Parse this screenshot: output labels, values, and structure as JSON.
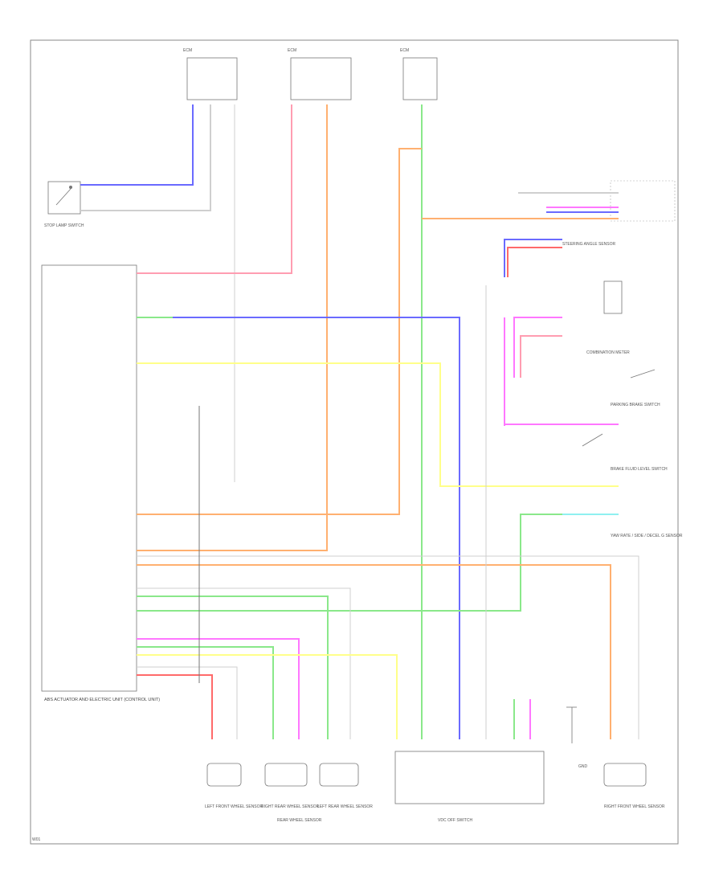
{
  "page": {
    "footer_code": "W01"
  },
  "colors": {
    "red": "#ff6a6a",
    "pink": "#ff9db1",
    "blue": "#6a6aff",
    "orange": "#ffb070",
    "green": "#8ae88a",
    "yellow": "#ffff8a",
    "magenta": "#ff77ff",
    "cyan": "#8ff0f0",
    "gray": "#cfcfcf",
    "black": "#777777"
  },
  "labels": {
    "ecm_top_left": "ECM",
    "ecm_top_mid": "ECM",
    "ecm_top_right": "ECM",
    "stoplamp_switch": "STOP LAMP SWITCH",
    "abs_actuator": "ABS ACTUATOR AND ELECTRIC UNIT (CONTROL UNIT)",
    "combination_meter": "COMBINATION METER",
    "parking_brake_switch": "PARKING BRAKE SWITCH",
    "brake_fluid_level_switch": "BRAKE FLUID LEVEL SWITCH",
    "steering_angle_sensor": "STEERING ANGLE SENSOR",
    "yaw_rate_sensor": "YAW RATE / SIDE / DECEL G SENSOR",
    "vdc_off_switch": "VDC OFF SWITCH",
    "front_lh_sensor": "LEFT FRONT WHEEL SENSOR",
    "rear_rh_sensor": "RIGHT REAR WHEEL SENSOR",
    "rear_lh_sensor": "LEFT REAR WHEEL SENSOR",
    "rear_wheel_sensor": "REAR WHEEL SENSOR",
    "front_rh_sensor": "RIGHT FRONT WHEEL SENSOR",
    "ground": "GND"
  }
}
